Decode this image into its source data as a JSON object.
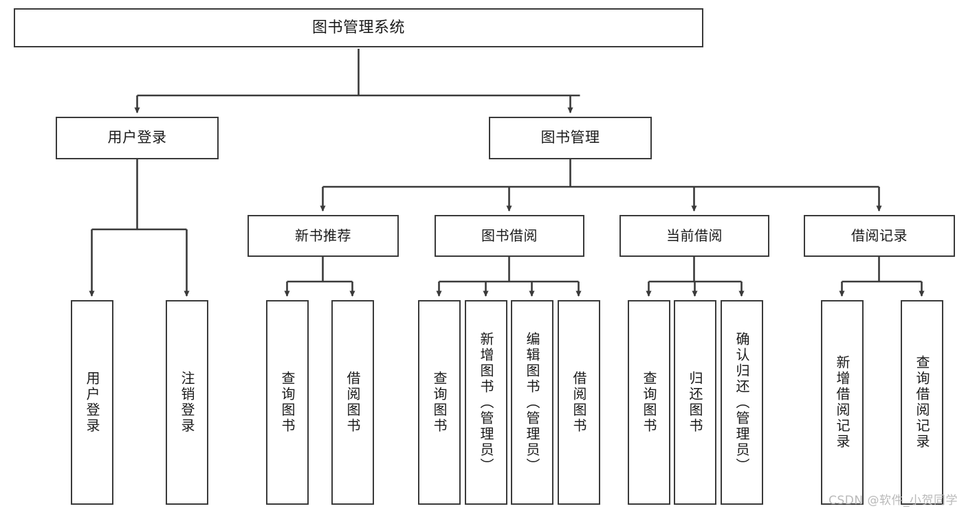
{
  "diagram": {
    "type": "tree",
    "title": "图书管理系统",
    "orientation": "top-down",
    "colors": {
      "box_border": "#3a3a3a",
      "box_fill": "#ffffff",
      "edge": "#3a3a3a",
      "text": "#1a1a1a",
      "watermark": "#b9b9b9",
      "background": "#ffffff"
    },
    "root": {
      "label": "图书管理系统"
    },
    "level1": [
      {
        "label": "用户登录"
      },
      {
        "label": "图书管理"
      }
    ],
    "level2": [
      {
        "label": "新书推荐"
      },
      {
        "label": "图书借阅"
      },
      {
        "label": "当前借阅"
      },
      {
        "label": "借阅记录"
      }
    ],
    "leaves": {
      "user_login": [
        {
          "label": "用户登录"
        },
        {
          "label": "注销登录"
        }
      ],
      "new_book_recommend": [
        {
          "label": "查询图书"
        },
        {
          "label": "借阅图书"
        }
      ],
      "book_borrow": [
        {
          "label": "查询图书"
        },
        {
          "label": "新增图书（管理员）"
        },
        {
          "label": "编辑图书（管理员）"
        },
        {
          "label": "借阅图书"
        }
      ],
      "current_borrow": [
        {
          "label": "查询图书"
        },
        {
          "label": "归还图书"
        },
        {
          "label": "确认归还（管理员）"
        }
      ],
      "borrow_record": [
        {
          "label": "新增借阅记录"
        },
        {
          "label": "查询借阅记录"
        }
      ]
    }
  },
  "watermark": {
    "text": "CSDN @软件_小贺同学"
  }
}
